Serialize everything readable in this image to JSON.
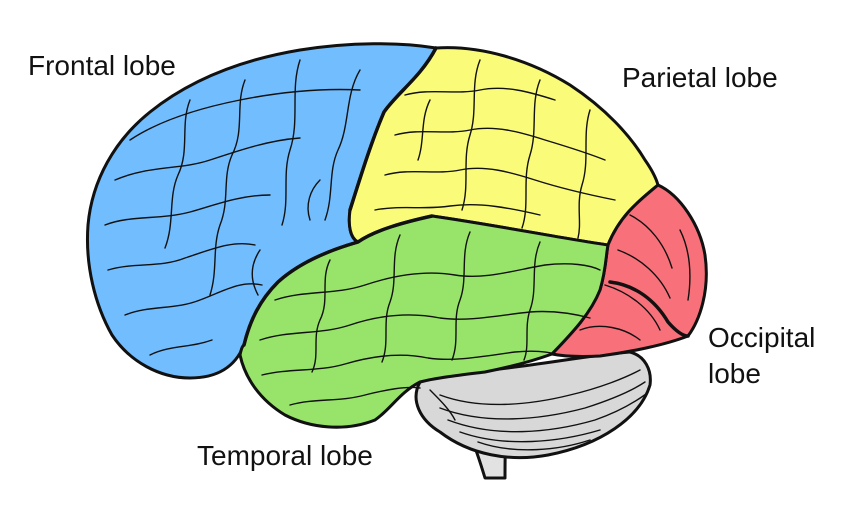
{
  "labels": {
    "frontal": "Frontal lobe",
    "parietal": "Parietal lobe",
    "occipital_line1": "Occipital",
    "occipital_line2": "lobe",
    "temporal": "Temporal lobe"
  },
  "colors": {
    "frontal": "#72BDFD",
    "parietal": "#FAFB79",
    "occipital": "#F8707A",
    "temporal": "#98E369",
    "cerebellum": "#D8D8D8",
    "brainstem": "#E2E2E2",
    "outline": "#111111"
  }
}
